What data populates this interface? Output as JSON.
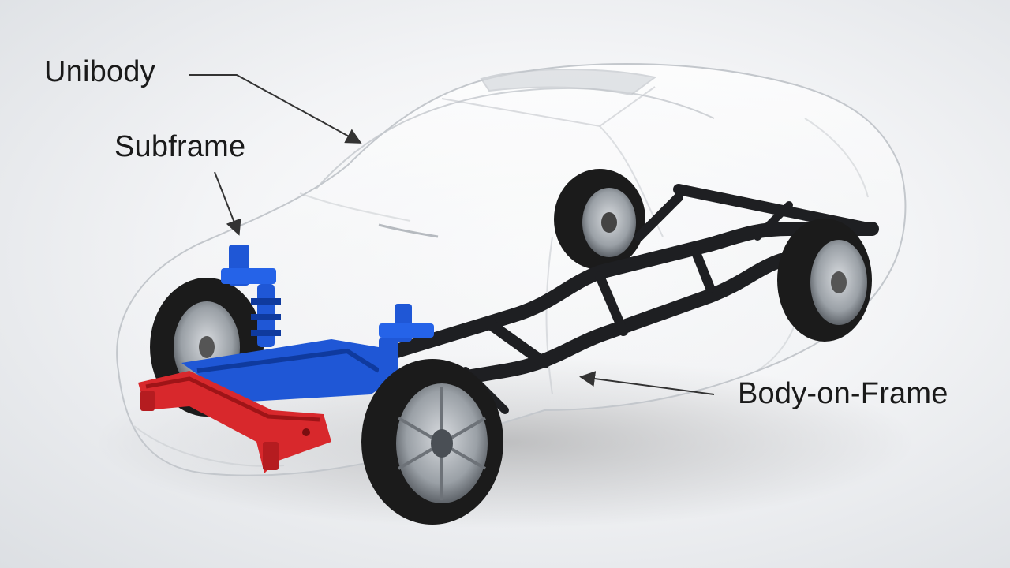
{
  "labels": {
    "unibody": "Unibody",
    "subframe": "Subframe",
    "body_on_frame": "Body-on-Frame"
  },
  "colors": {
    "background": "#eef0f2",
    "frame": "#1e1f22",
    "subframe_blue": "#1f57d6",
    "crossmember_red": "#d8282c",
    "tire": "#1b1b1b",
    "rim": "#9aa0a6",
    "body_outline": "#c9ccd1",
    "leader_line": "#333333"
  },
  "icons": {
    "front_left_wheel": "wheel-icon",
    "front_right_wheel": "wheel-icon",
    "rear_left_wheel": "wheel-icon",
    "rear_right_wheel": "wheel-icon"
  }
}
